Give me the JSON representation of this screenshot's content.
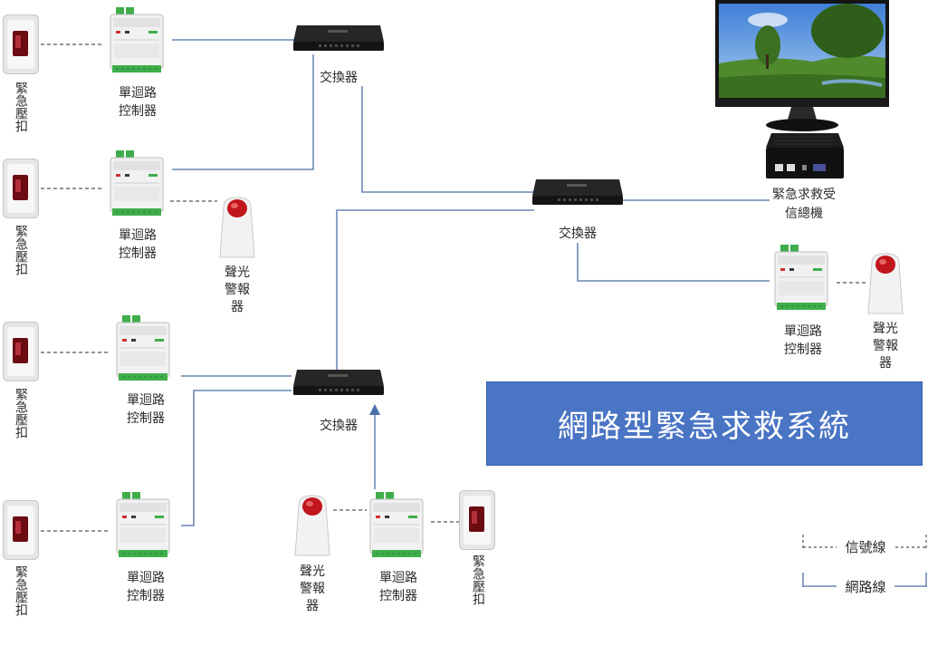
{
  "title": "網路型緊急求救系統",
  "labels": {
    "panic_button": "緊急壓扣",
    "controller": "單迴路控制器",
    "switch": "交換器",
    "strobe_siren": "聲光警報器",
    "host": "緊急求救受信總機"
  },
  "legend": {
    "signal_line": "信號線",
    "network_line": "網路線"
  },
  "colors": {
    "network_line": "#4a6fa8",
    "signal_line": "#555555",
    "title_bg": "#4a74c4",
    "title_text": "#ffffff"
  }
}
